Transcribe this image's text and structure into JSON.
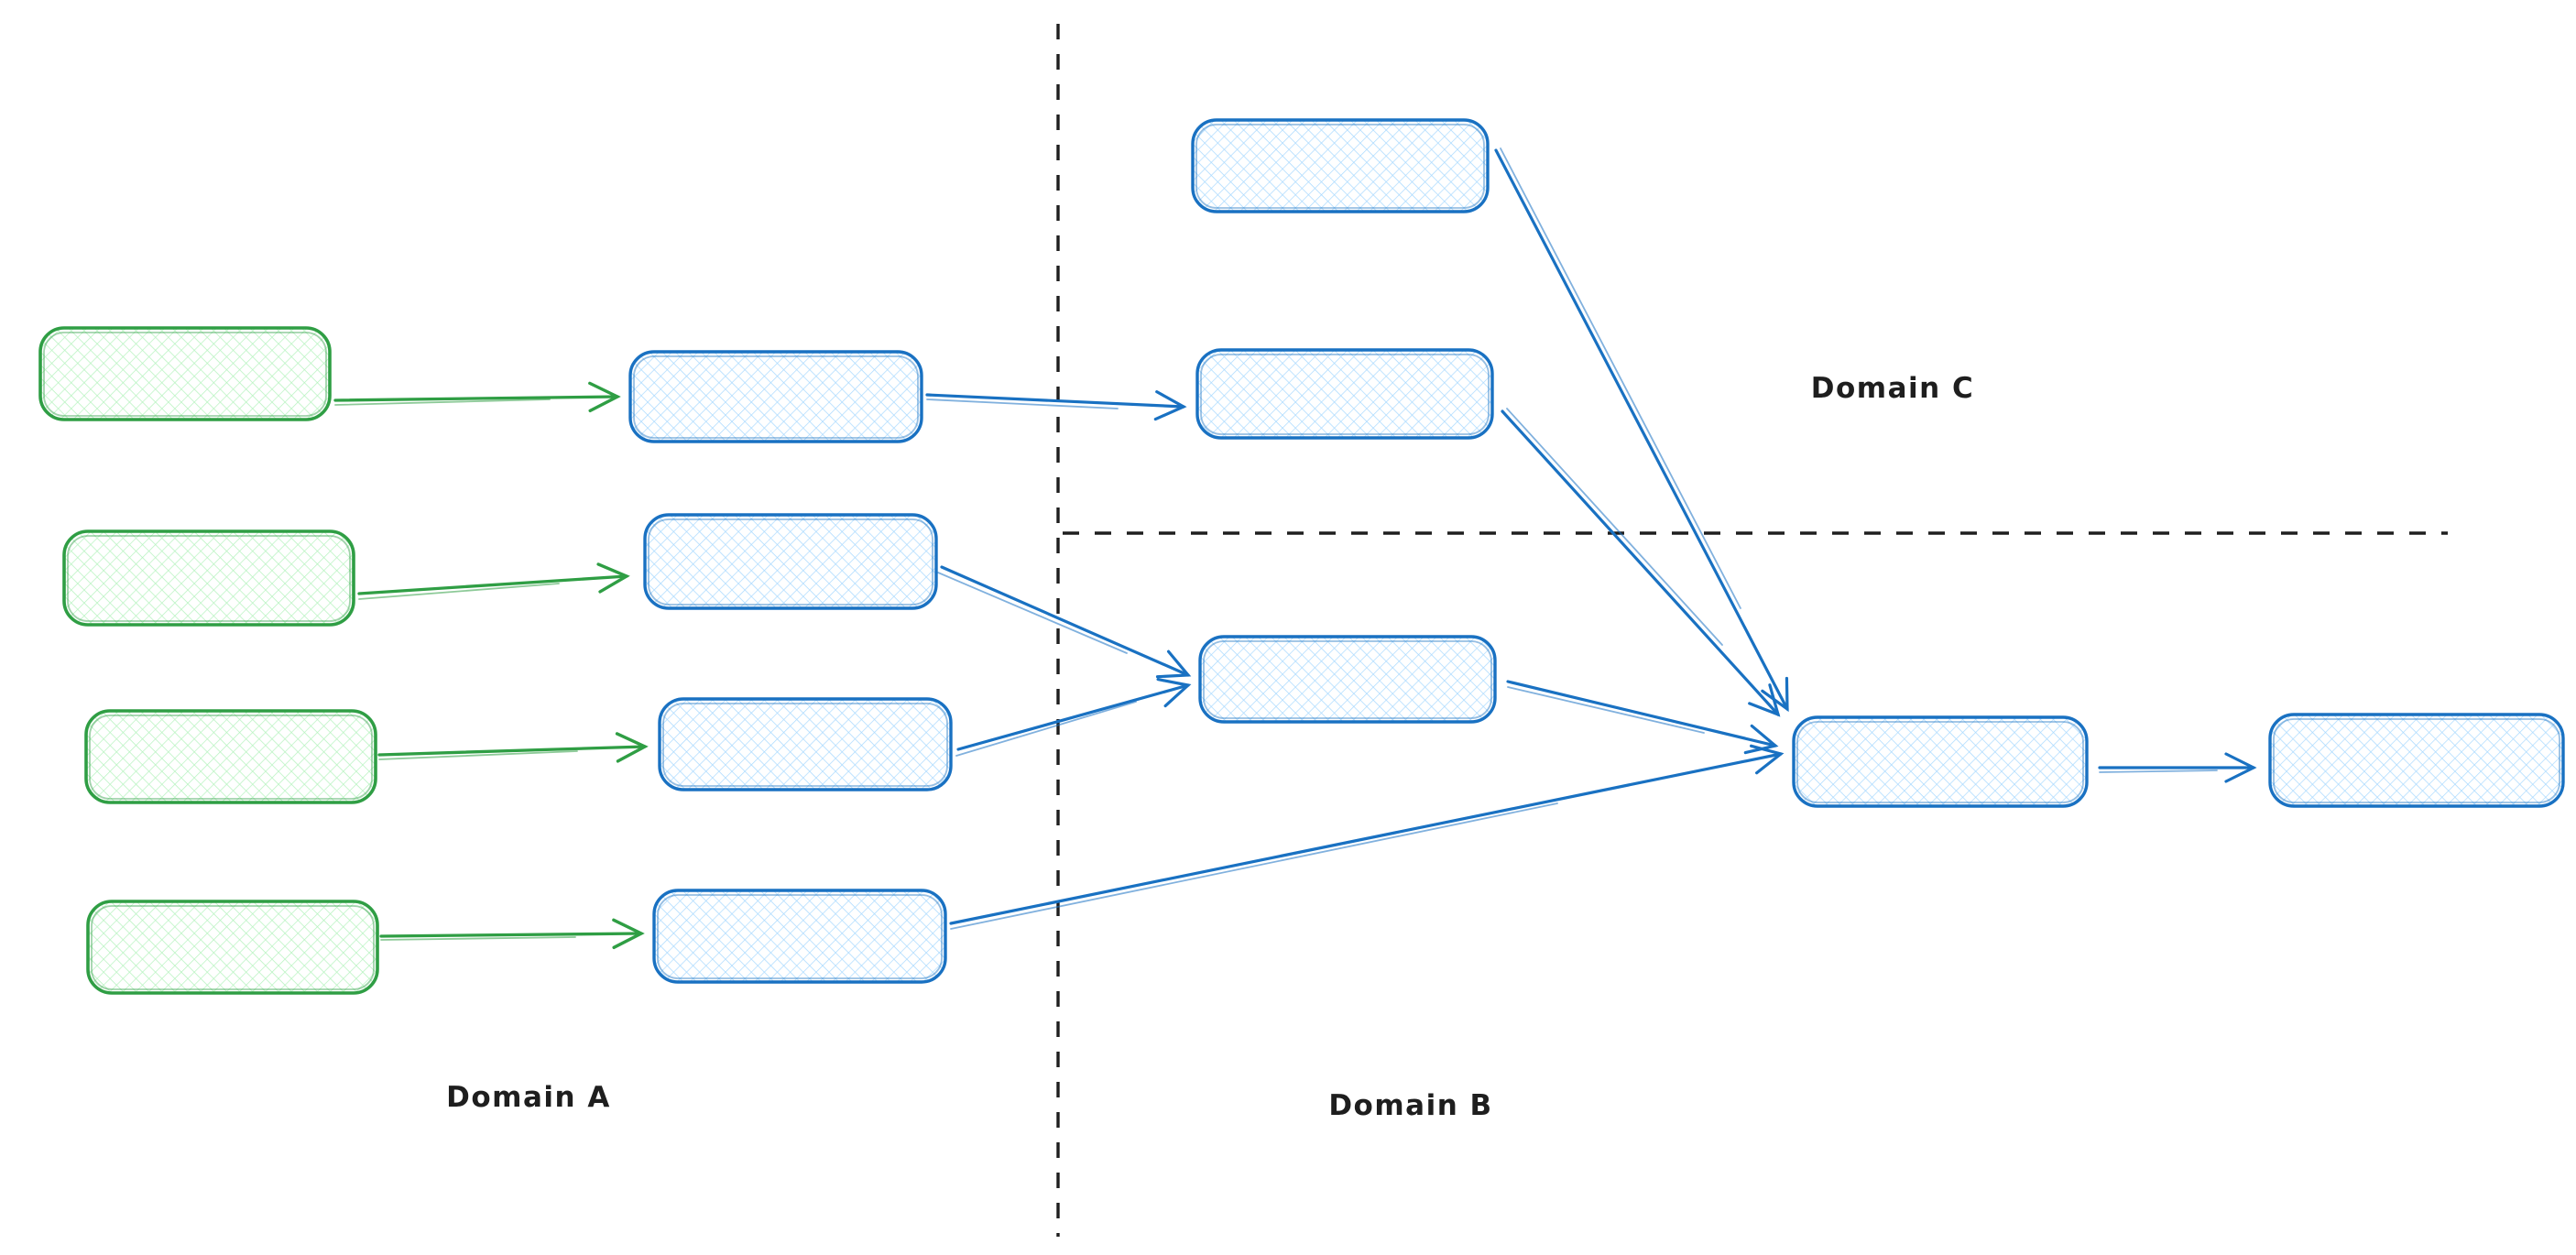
{
  "diagram": {
    "type": "flow-diagram-whiteboard",
    "labels": {
      "domain_a": "Domain A",
      "domain_b": "Domain B",
      "domain_c": "Domain C"
    },
    "colors": {
      "green_stroke": "#2f9e44",
      "green_hatch_fill": "#b2f2bb",
      "blue_stroke": "#1971c2",
      "blue_hatch_fill": "#a5d8ff",
      "divider_and_text": "#1e1e1e",
      "background": "#ffffff"
    },
    "regions": [
      {
        "name": "Domain A",
        "position": "left of vertical dashed divider"
      },
      {
        "name": "Domain C",
        "position": "right of vertical divider, above horizontal dashed divider"
      },
      {
        "name": "Domain B",
        "position": "right of vertical divider, below horizontal dashed divider"
      }
    ],
    "nodes": [
      {
        "id": "green-source-1",
        "color": "green",
        "domain": "Domain A",
        "text": ""
      },
      {
        "id": "green-source-2",
        "color": "green",
        "domain": "Domain A",
        "text": ""
      },
      {
        "id": "green-source-3",
        "color": "green",
        "domain": "Domain A",
        "text": ""
      },
      {
        "id": "green-source-4",
        "color": "green",
        "domain": "Domain A",
        "text": ""
      },
      {
        "id": "blue-a-1",
        "color": "blue",
        "domain": "Domain A",
        "text": ""
      },
      {
        "id": "blue-a-2",
        "color": "blue",
        "domain": "Domain A",
        "text": ""
      },
      {
        "id": "blue-a-3",
        "color": "blue",
        "domain": "Domain A",
        "text": ""
      },
      {
        "id": "blue-a-4",
        "color": "blue",
        "domain": "Domain A",
        "text": ""
      },
      {
        "id": "blue-c-top",
        "color": "blue",
        "domain": "Domain C",
        "text": ""
      },
      {
        "id": "blue-c-mid",
        "color": "blue",
        "domain": "Domain C",
        "text": ""
      },
      {
        "id": "blue-b-left",
        "color": "blue",
        "domain": "Domain B",
        "text": ""
      },
      {
        "id": "blue-b-hub",
        "color": "blue",
        "domain": "Domain B",
        "text": ""
      },
      {
        "id": "blue-b-output",
        "color": "blue",
        "domain": "Domain B",
        "text": ""
      }
    ],
    "edges": [
      {
        "from": "green-source-1",
        "to": "blue-a-1",
        "color": "green"
      },
      {
        "from": "green-source-2",
        "to": "blue-a-2",
        "color": "green"
      },
      {
        "from": "green-source-3",
        "to": "blue-a-3",
        "color": "green"
      },
      {
        "from": "green-source-4",
        "to": "blue-a-4",
        "color": "green"
      },
      {
        "from": "blue-a-1",
        "to": "blue-c-mid",
        "color": "blue"
      },
      {
        "from": "blue-a-2",
        "to": "blue-b-left",
        "color": "blue"
      },
      {
        "from": "blue-a-3",
        "to": "blue-b-left",
        "color": "blue"
      },
      {
        "from": "blue-a-4",
        "to": "blue-b-hub",
        "color": "blue"
      },
      {
        "from": "blue-c-top",
        "to": "blue-b-hub",
        "color": "blue"
      },
      {
        "from": "blue-c-mid",
        "to": "blue-b-hub",
        "color": "blue"
      },
      {
        "from": "blue-b-left",
        "to": "blue-b-hub",
        "color": "blue"
      },
      {
        "from": "blue-b-hub",
        "to": "blue-b-output",
        "color": "blue"
      }
    ]
  }
}
